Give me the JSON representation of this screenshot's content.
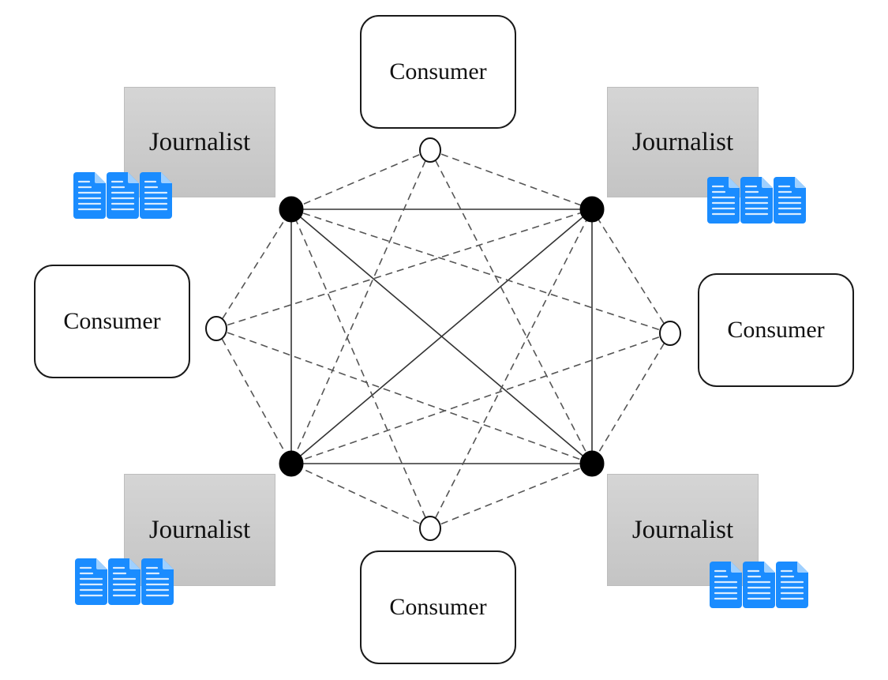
{
  "diagram": {
    "title": "",
    "journalists": [
      {
        "id": "j-top-left",
        "label": "Journalist",
        "documents": 3
      },
      {
        "id": "j-top-right",
        "label": "Journalist",
        "documents": 3
      },
      {
        "id": "j-bottom-left",
        "label": "Journalist",
        "documents": 3
      },
      {
        "id": "j-bottom-right",
        "label": "Journalist",
        "documents": 3
      }
    ],
    "consumers": [
      {
        "id": "c-top",
        "label": "Consumer"
      },
      {
        "id": "c-left",
        "label": "Consumer"
      },
      {
        "id": "c-right",
        "label": "Consumer"
      },
      {
        "id": "c-bottom",
        "label": "Consumer"
      }
    ],
    "nodes": [
      {
        "id": "n-jtl",
        "kind": "journalist-node",
        "fill": "#000000"
      },
      {
        "id": "n-jtr",
        "kind": "journalist-node",
        "fill": "#000000"
      },
      {
        "id": "n-jbl",
        "kind": "journalist-node",
        "fill": "#000000"
      },
      {
        "id": "n-jbr",
        "kind": "journalist-node",
        "fill": "#000000"
      },
      {
        "id": "n-ct",
        "kind": "consumer-node",
        "fill": "#ffffff"
      },
      {
        "id": "n-cl",
        "kind": "consumer-node",
        "fill": "#ffffff"
      },
      {
        "id": "n-cr",
        "kind": "consumer-node",
        "fill": "#ffffff"
      },
      {
        "id": "n-cb",
        "kind": "consumer-node",
        "fill": "#ffffff"
      }
    ],
    "edges": [
      {
        "from": "n-jtl",
        "to": "n-jtr",
        "style": "solid"
      },
      {
        "from": "n-jtl",
        "to": "n-jbl",
        "style": "solid"
      },
      {
        "from": "n-jtl",
        "to": "n-jbr",
        "style": "solid"
      },
      {
        "from": "n-jtr",
        "to": "n-jbl",
        "style": "solid"
      },
      {
        "from": "n-jtr",
        "to": "n-jbr",
        "style": "solid"
      },
      {
        "from": "n-jbl",
        "to": "n-jbr",
        "style": "solid"
      },
      {
        "from": "n-ct",
        "to": "n-jtl",
        "style": "dashed"
      },
      {
        "from": "n-ct",
        "to": "n-jtr",
        "style": "dashed"
      },
      {
        "from": "n-ct",
        "to": "n-jbl",
        "style": "dashed"
      },
      {
        "from": "n-ct",
        "to": "n-jbr",
        "style": "dashed"
      },
      {
        "from": "n-cl",
        "to": "n-jtl",
        "style": "dashed"
      },
      {
        "from": "n-cl",
        "to": "n-jtr",
        "style": "dashed"
      },
      {
        "from": "n-cl",
        "to": "n-jbl",
        "style": "dashed"
      },
      {
        "from": "n-cl",
        "to": "n-jbr",
        "style": "dashed"
      },
      {
        "from": "n-cr",
        "to": "n-jtl",
        "style": "dashed"
      },
      {
        "from": "n-cr",
        "to": "n-jtr",
        "style": "dashed"
      },
      {
        "from": "n-cr",
        "to": "n-jbl",
        "style": "dashed"
      },
      {
        "from": "n-cr",
        "to": "n-jbr",
        "style": "dashed"
      },
      {
        "from": "n-cb",
        "to": "n-jtl",
        "style": "dashed"
      },
      {
        "from": "n-cb",
        "to": "n-jtr",
        "style": "dashed"
      },
      {
        "from": "n-cb",
        "to": "n-jbl",
        "style": "dashed"
      },
      {
        "from": "n-cb",
        "to": "n-jbr",
        "style": "dashed"
      }
    ],
    "colors": {
      "journalist_box": "#cbcbcb",
      "document_icon": "#1a8cff",
      "edge": "#333333",
      "dashed_edge": "#555555"
    }
  }
}
